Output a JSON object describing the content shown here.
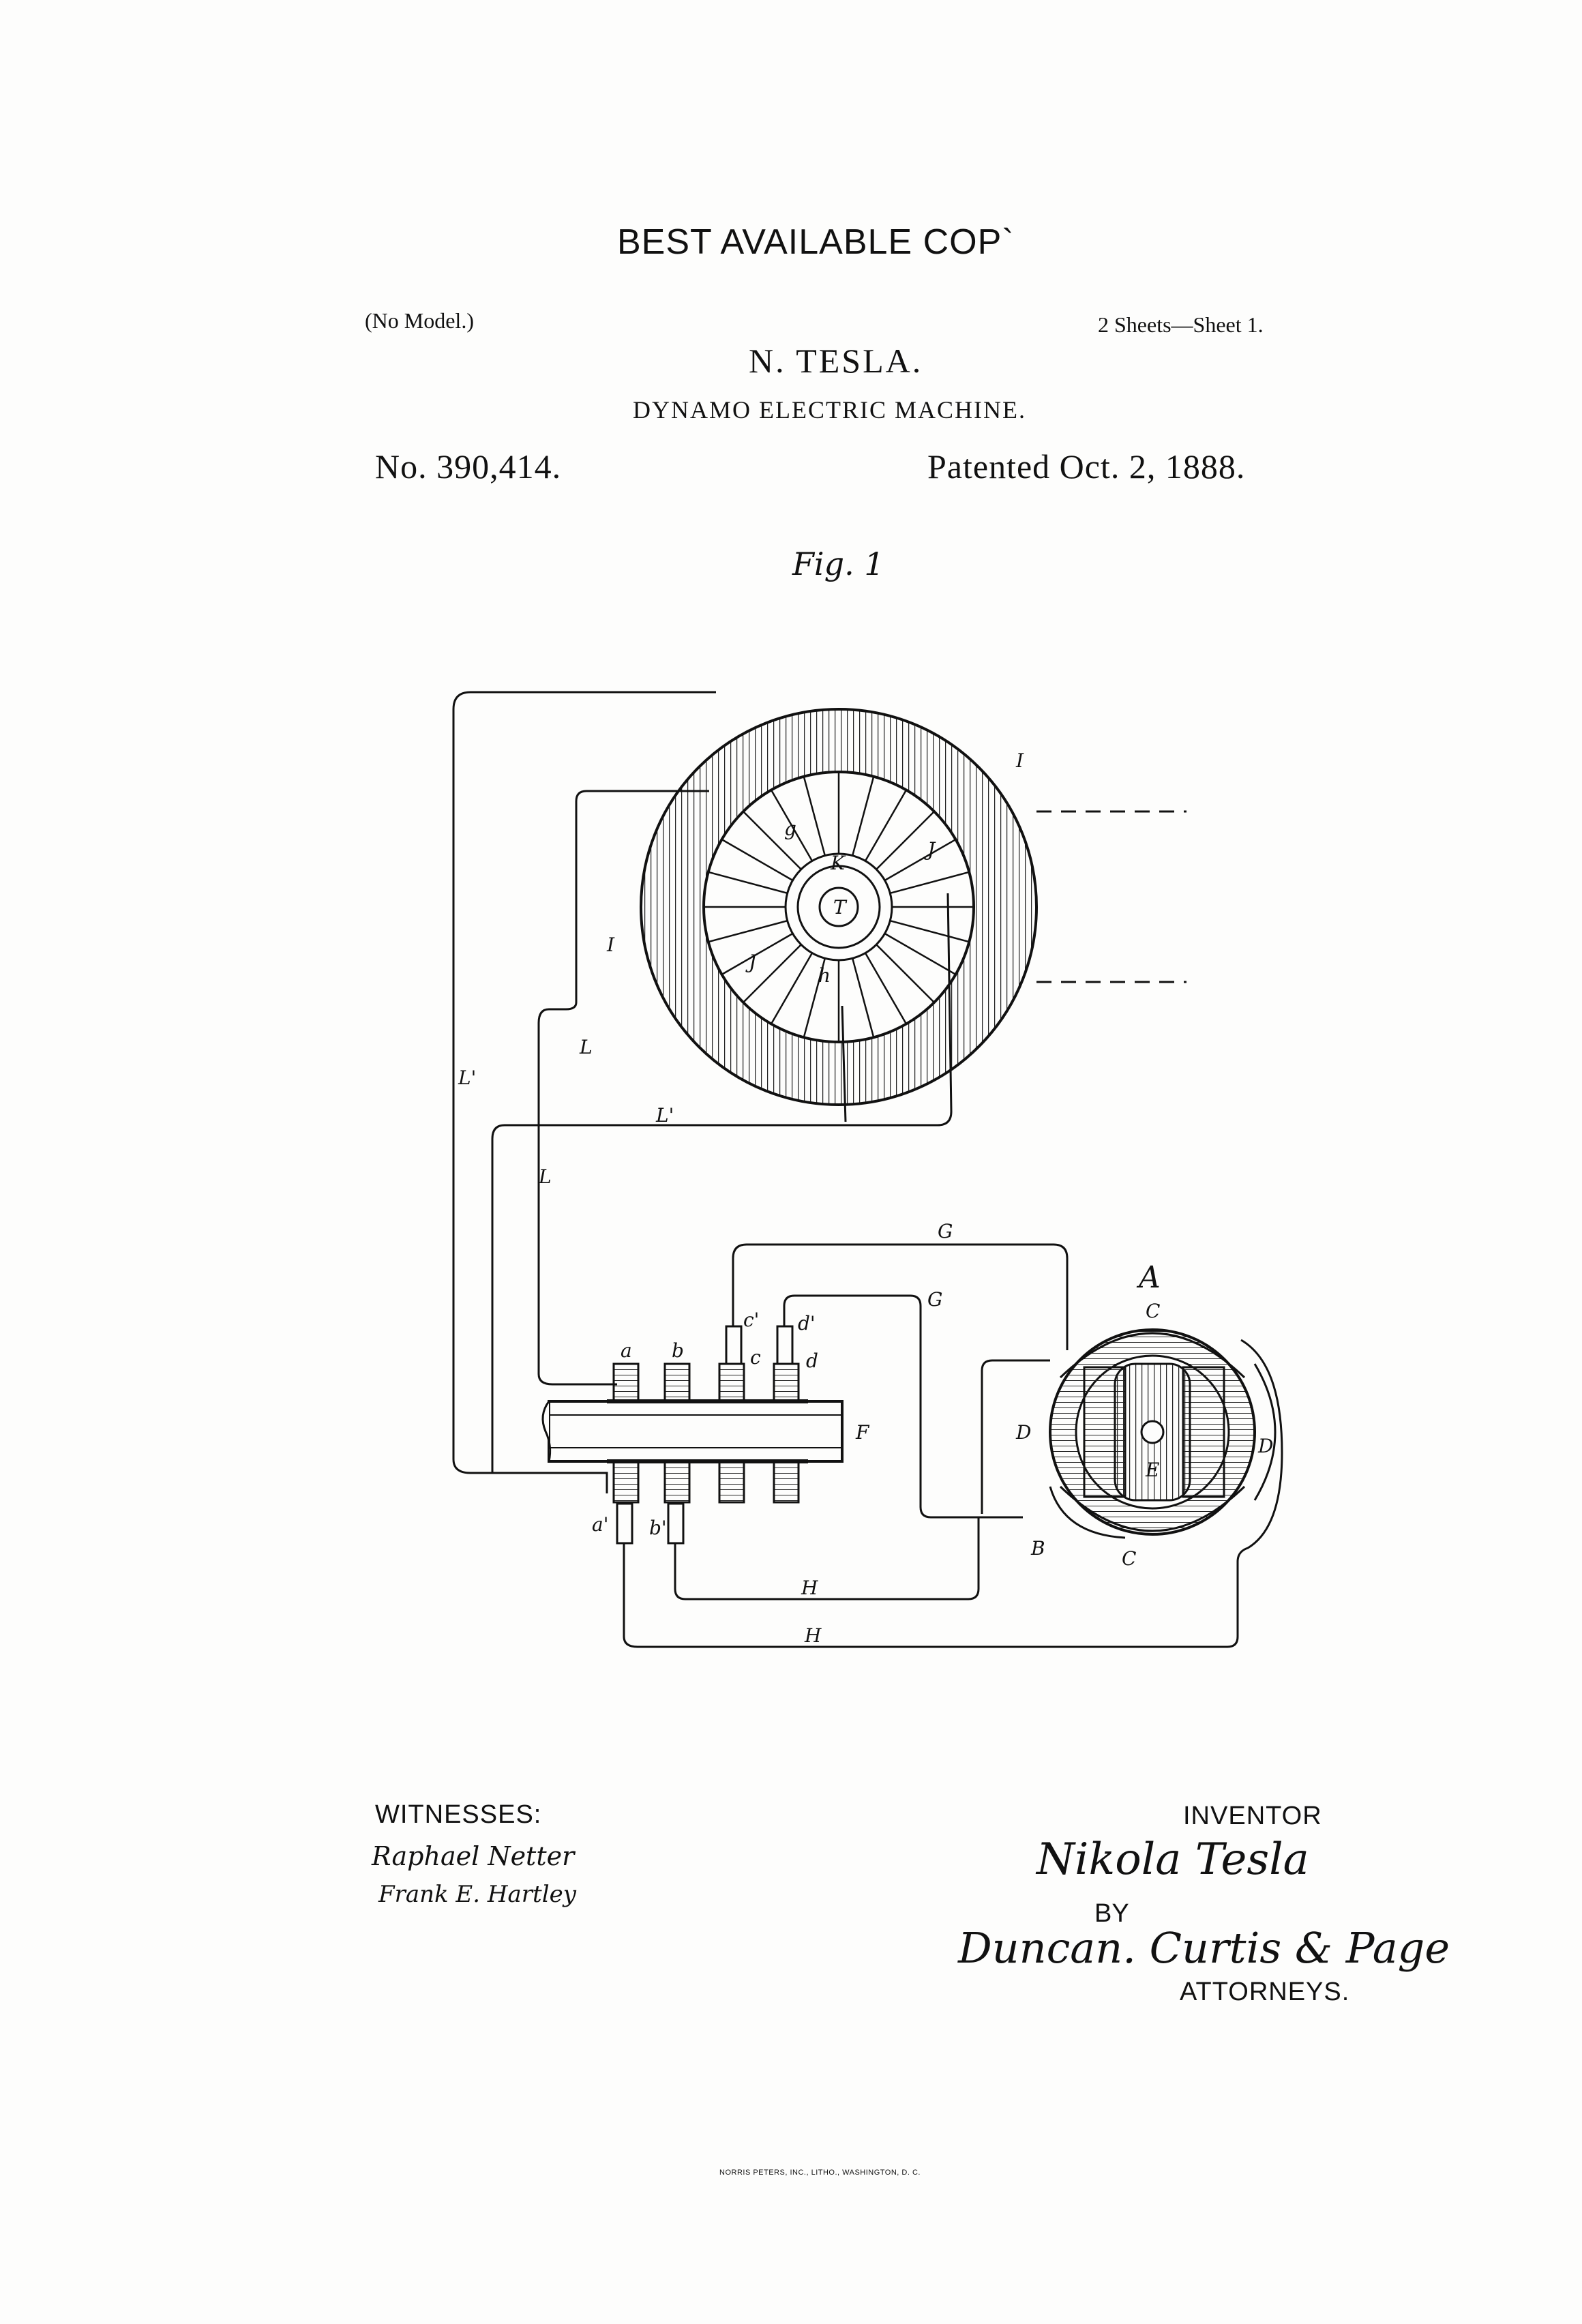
{
  "header": {
    "stamp": "BEST AVAILABLE COP`",
    "model_note": "(No Model.)",
    "sheet_note": "2 Sheets—Sheet 1.",
    "inventor_name": "N. TESLA.",
    "title": "DYNAMO ELECTRIC MACHINE.",
    "patent_number": "No. 390,414.",
    "patent_date": "Patented Oct. 2, 1888."
  },
  "figure": {
    "caption": "Fig. 1",
    "labels": {
      "I": "I",
      "I2": "I",
      "J": "J",
      "J2": "J",
      "K": "K",
      "T": "T",
      "L": "L",
      "L2": "L",
      "Lp": "L'",
      "Lp2": "L'",
      "G": "G",
      "G2": "G",
      "A": "A",
      "C": "C",
      "C2": "C",
      "D": "D",
      "D2": "D",
      "B": "B",
      "E": "E",
      "F": "F",
      "H": "H",
      "H2": "H",
      "a": "a",
      "b": "b",
      "c": "c",
      "d": "d",
      "a1": "a'",
      "b1": "b'",
      "c1": "c'",
      "d1": "d'",
      "g": "g",
      "h": "h"
    }
  },
  "footer": {
    "witnesses_heading": "WITNESSES:",
    "witness1": "Raphael Netter",
    "witness2": "Frank E. Hartley",
    "inventor_heading": "INVENTOR",
    "inventor_signature": "Nikola Tesla",
    "by": "BY",
    "attorney_signature": "Duncan. Curtis & Page",
    "attorneys_heading": "ATTORNEYS.",
    "imprint": "NORRIS PETERS, INC., LITHO., WASHINGTON, D. C."
  }
}
